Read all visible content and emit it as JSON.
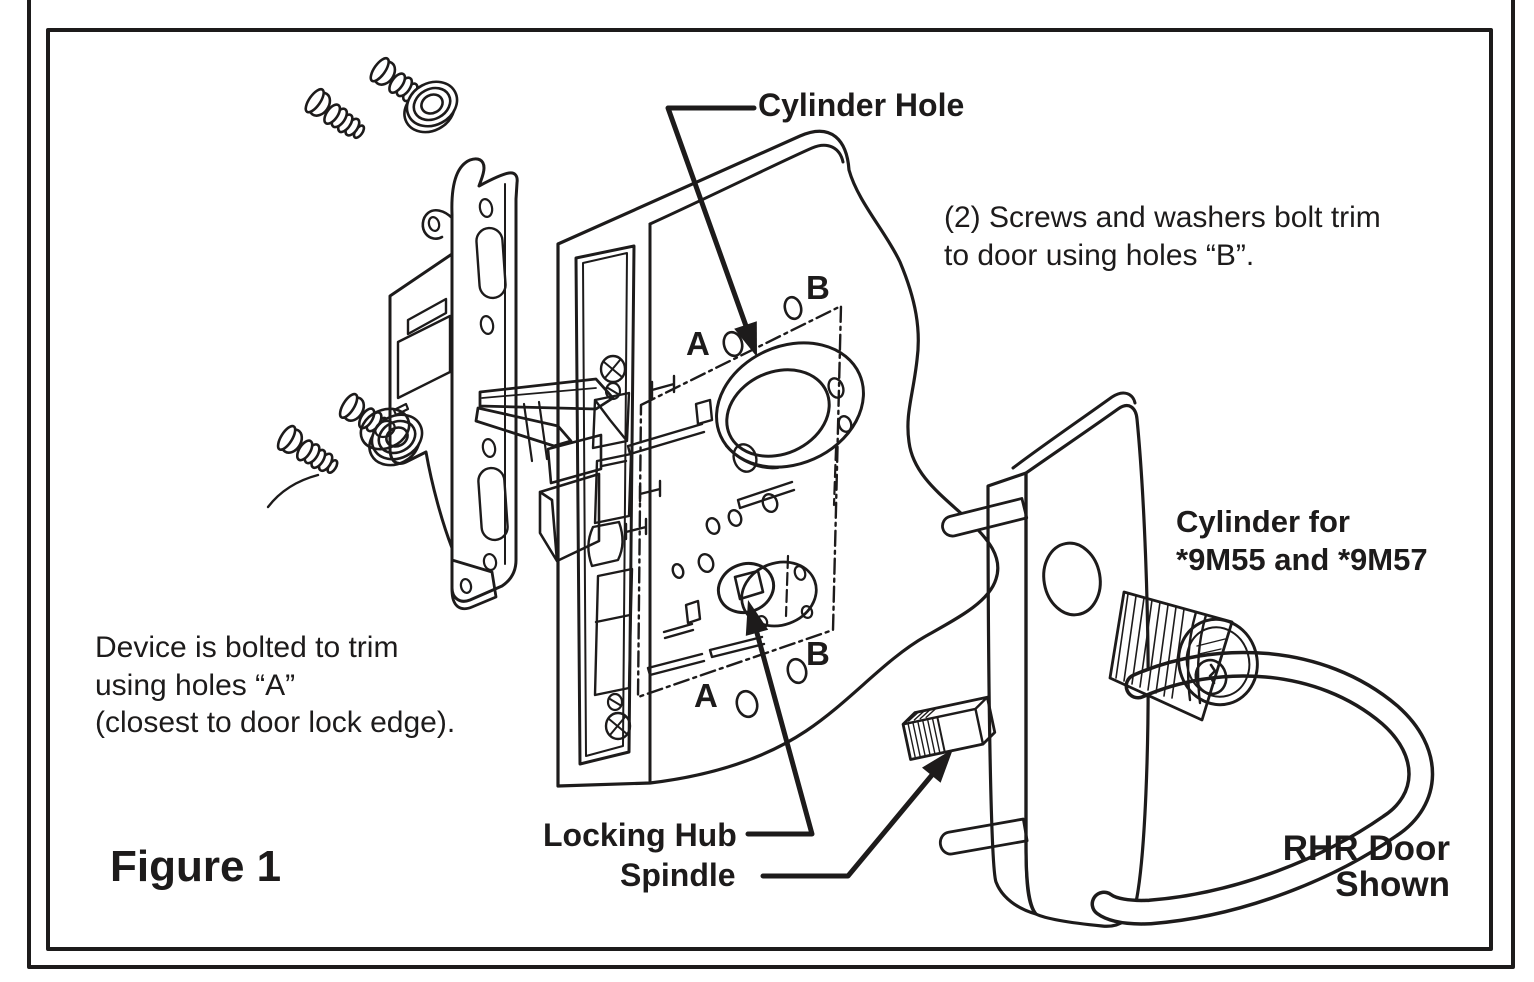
{
  "figure": {
    "caption": "Figure 1",
    "orientation_note": "RHR Door\nShown",
    "labels": {
      "cylinder_hole": "Cylinder Hole",
      "locking_hub": "Locking Hub",
      "spindle": "Spindle",
      "cylinder_spec": "Cylinder for\n*9M55 and *9M57",
      "hole_a_top": "A",
      "hole_b_top": "B",
      "hole_a_bottom": "A",
      "hole_b_bottom": "B"
    },
    "notes": {
      "screws": "(2) Screws and washers bolt trim\nto door using holes “B”.",
      "device": "Device is bolted to trim\nusing holes “A”\n(closest to door lock edge)."
    },
    "colors": {
      "line": "#1d1b1b",
      "background": "#ffffff"
    }
  }
}
